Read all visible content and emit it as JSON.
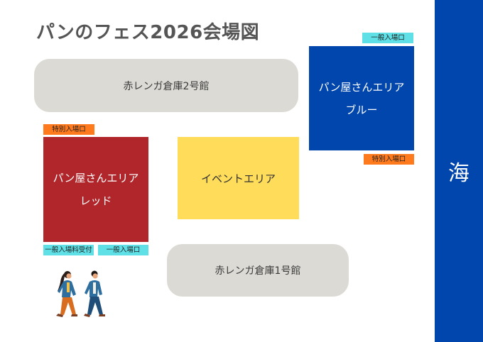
{
  "title": "パンのフェス2026会場図",
  "colors": {
    "warehouse": "#dcdad5",
    "blue_area": "#0046ad",
    "red_area": "#b0262b",
    "event_area": "#ffdc5a",
    "sea": "#0046ad",
    "general_entrance_tag": "#5ee0e6",
    "special_entrance_tag": "#ff7a1c"
  },
  "areas": {
    "warehouse2": {
      "label": "赤レンガ倉庫2号館"
    },
    "warehouse1": {
      "label": "赤レンガ倉庫1号館"
    },
    "blue": {
      "line1": "パン屋さんエリア",
      "line2": "ブルー"
    },
    "red": {
      "line1": "パン屋さんエリア",
      "line2": "レッド"
    },
    "event": {
      "label": "イベントエリア"
    },
    "sea": {
      "label": "海"
    }
  },
  "tags": {
    "blue_general": "一般入場口",
    "blue_special": "特別入場口",
    "red_special": "特別入場口",
    "red_general_reception": "一般入場料受付",
    "red_general": "一般入場口"
  },
  "illustration": {
    "icon": "walking-people-icon"
  }
}
